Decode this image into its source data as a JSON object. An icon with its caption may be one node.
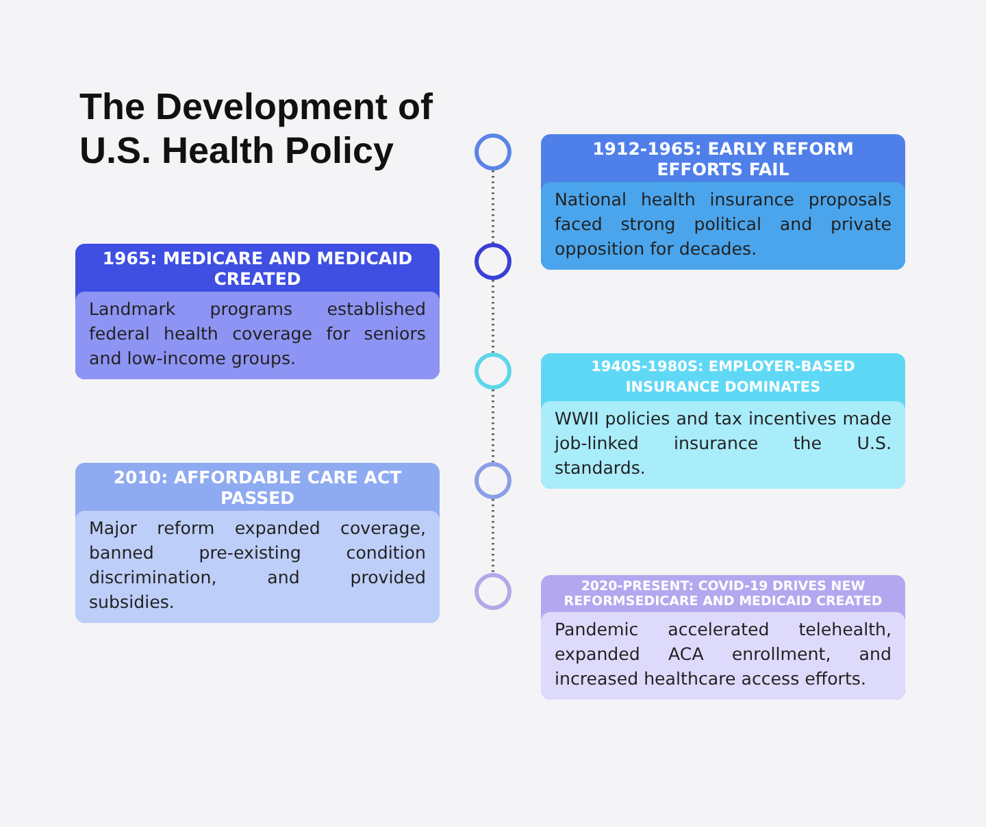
{
  "diagram": {
    "title": "The Development of U.S. Health Policy",
    "nodes": [
      {
        "text": [
          "1912-1965: EARLY REFORM EFFORTS FAIL",
          "National health insurance proposals faced strong political and private opposition for decades."
        ]
      },
      {
        "text": [
          "1965: MEDICARE AND MEDICAID CREATED",
          "Landmark programs established federal health coverage for seniors and low-income groups."
        ]
      },
      {
        "text": [
          "1940S-1980S: EMPLOYER-BASED INSURANCE DOMINATES",
          "WWII policies and tax incentives made job-linked insurance the U.S. standards."
        ]
      },
      {
        "text": [
          "2010: AFFORDABLE CARE ACT PASSED",
          "Major reform expanded coverage, banned pre-existing condition discrimination, and provided subsidies."
        ]
      },
      {
        "text": [
          "2020-PRESENT: COVID-19 DRIVES NEW REFORMSEDICARE AND MEDICAID CREATED",
          "Pandemic accelerated telehealth, expanded ACA enrollment, and increased healthcare access efforts."
        ]
      },
      {
        "text": [],
        "shape": "circle"
      },
      {
        "text": [],
        "shape": "circle"
      },
      {
        "text": [],
        "shape": "circle"
      },
      {
        "text": [],
        "shape": "circle"
      },
      {
        "text": [],
        "shape": "circle"
      }
    ],
    "edges": [
      {
        "from": 5,
        "to": 6,
        "arrow": "none",
        "style": "dashed"
      },
      {
        "from": 6,
        "to": 7,
        "arrow": "none",
        "style": "dashed"
      },
      {
        "from": 7,
        "to": 8,
        "arrow": "none",
        "style": "dashed"
      },
      {
        "from": 8,
        "to": 9,
        "arrow": "none",
        "style": "dashed"
      }
    ]
  }
}
